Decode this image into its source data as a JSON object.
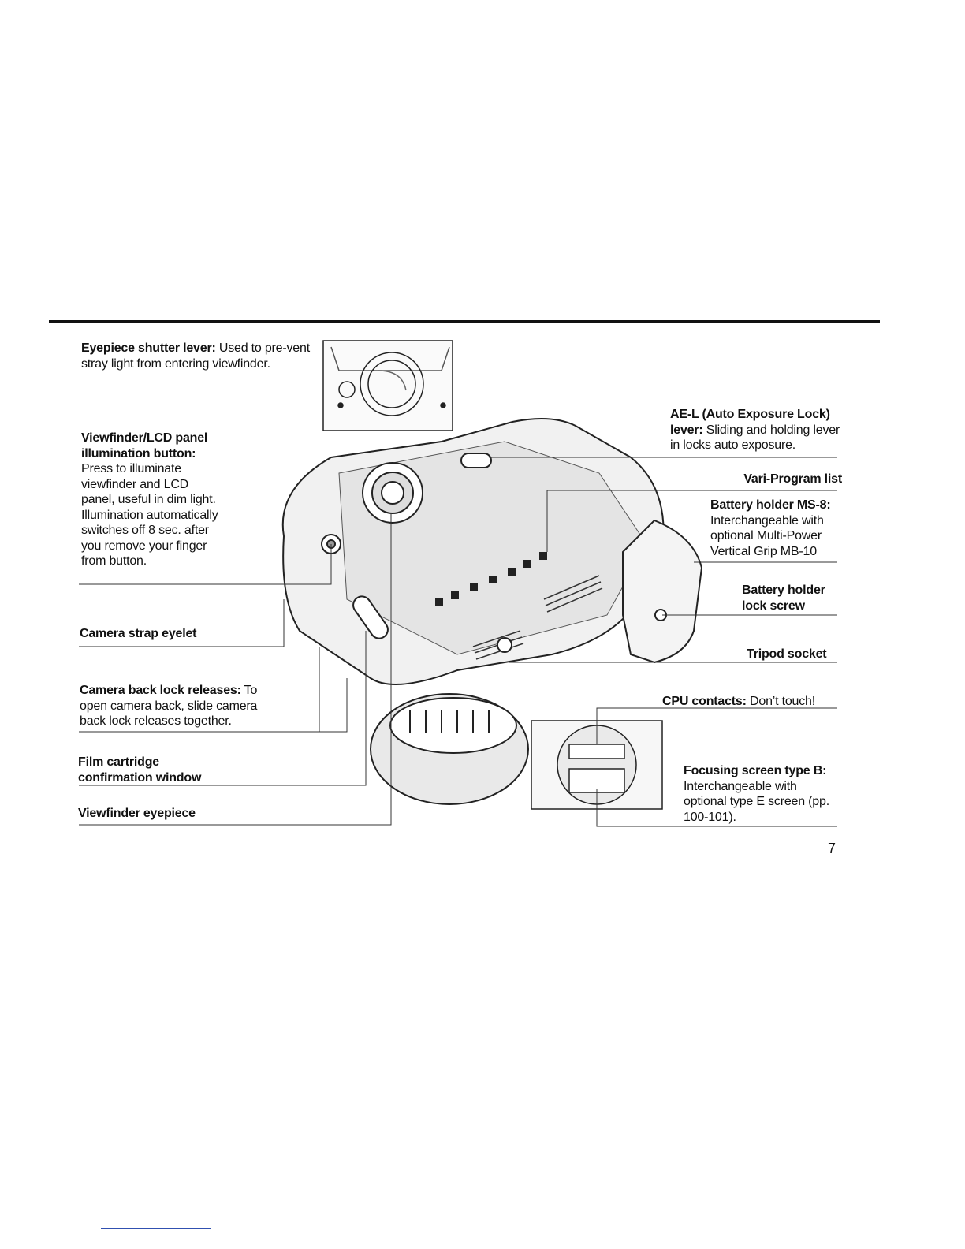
{
  "labels": {
    "eyepiece_shutter": {
      "title": "Eyepiece shutter lever:",
      "text": " Used to pre-vent stray light from entering viewfinder."
    },
    "illum_button": {
      "title": "Viewfinder/LCD panel illumination button:",
      "text": "Press to illuminate viewfinder and LCD panel, useful in dim light. Illumination automatically switches off 8 sec. after you remove your finger from button."
    },
    "strap_eyelet": {
      "title": "Camera strap eyelet"
    },
    "back_lock": {
      "title": "Camera back lock releases:",
      "text": " To open camera back, slide camera back lock releases together."
    },
    "film_window": {
      "title": "Film cartridge confirmation window"
    },
    "vf_eyepiece": {
      "title": "Viewfinder eyepiece"
    },
    "ael": {
      "title": "AE-L (Auto Exposure Lock) lever:",
      "text": " Sliding and holding lever in locks auto exposure."
    },
    "vari_program": {
      "title": "Vari-Program list"
    },
    "battery_holder": {
      "title": "Battery holder MS-8:",
      "text": "Interchangeable with optional Multi-Power Vertical Grip MB-10"
    },
    "battery_lock": {
      "title": "Battery holder lock screw"
    },
    "tripod": {
      "title": "Tripod socket"
    },
    "cpu": {
      "title": "CPU contacts:",
      "text": " Don’t touch!"
    },
    "focusing_screen": {
      "title": "Focusing screen type B:",
      "text": "Interchangeable with optional type E screen (pp. 100-101)."
    }
  },
  "page_number": "7"
}
